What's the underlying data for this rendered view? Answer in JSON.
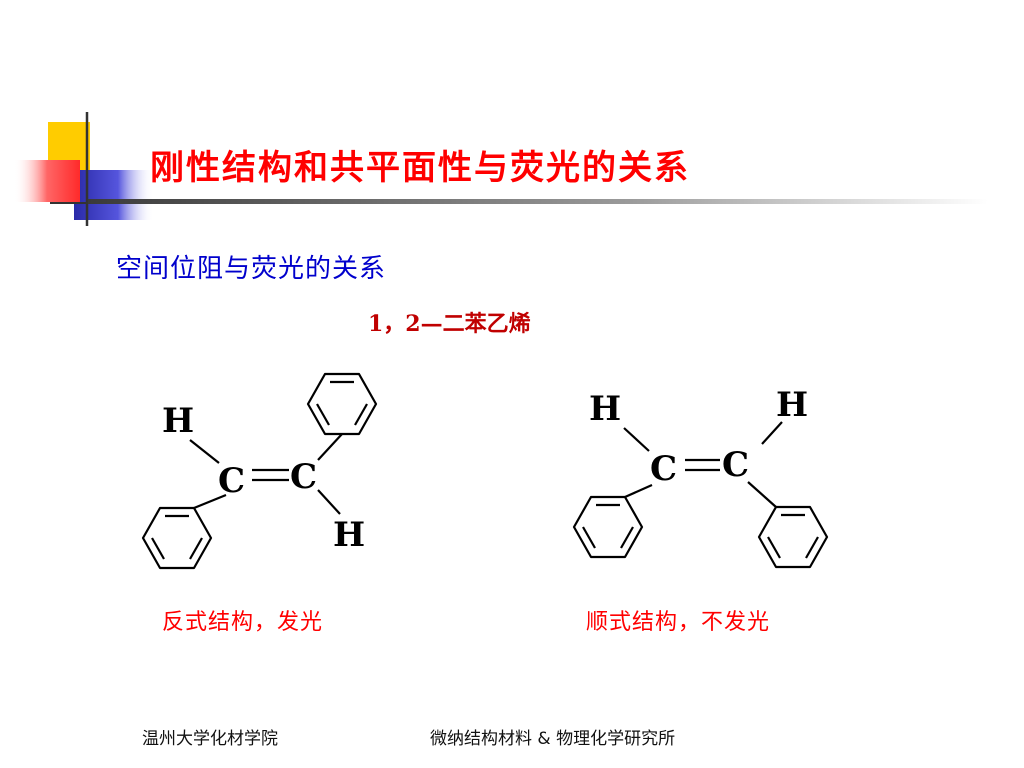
{
  "slide": {
    "title": "刚性结构和共平面性与荧光的关系",
    "subtitle": "空间位阻与荧光的关系",
    "compound_name": "1，2—二苯乙烯",
    "captions": {
      "trans": "反式结构，发光",
      "cis": "顺式结构，不发光"
    },
    "atoms": {
      "carbon": "C",
      "hydrogen": "H"
    },
    "footer": {
      "left": "温州大学化材学院",
      "right": "微纳结构材料 & 物理化学研究所"
    }
  },
  "colors": {
    "title": "#ff0000",
    "subtitle": "#0000cc",
    "compound_name": "#c00000",
    "captions": "#ff0000",
    "deco_yellow": "#ffcc00",
    "deco_blue": "#3333cc",
    "deco_red": "#ff3333",
    "deco_line": "#444444"
  }
}
